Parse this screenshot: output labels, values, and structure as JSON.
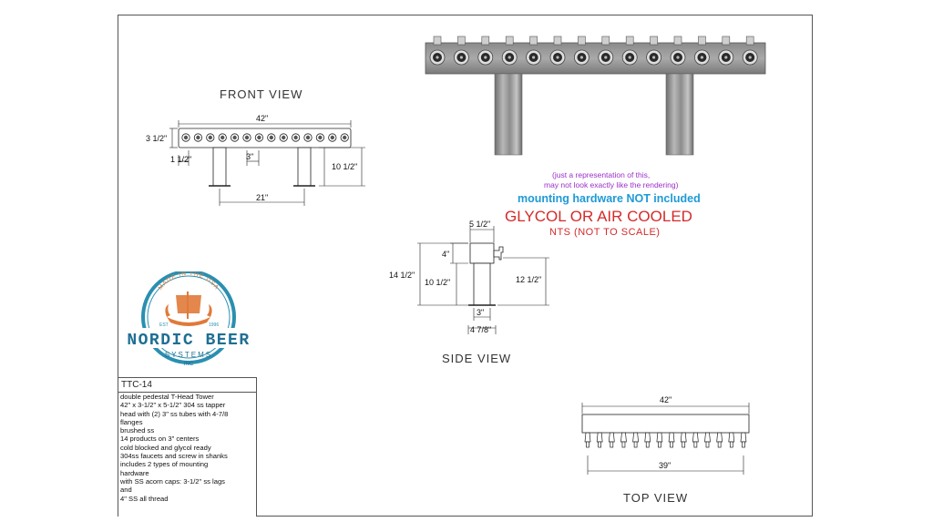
{
  "views": {
    "front": "FRONT VIEW",
    "side": "SIDE VIEW",
    "top": "TOP VIEW"
  },
  "front_dims": {
    "width": "42\"",
    "head_height": "3 1/2\"",
    "edge": "1 1/2\"",
    "center": "3\"",
    "leg_height": "10 1/2\"",
    "leg_spacing": "21\""
  },
  "side_dims": {
    "head_depth": "5 1/2\"",
    "head_h": "4\"",
    "total_h": "14 1/2\"",
    "tube_h": "10 1/2\"",
    "faucet_h": "12 1/2\"",
    "tube_w": "3\"",
    "flange_w": "4 7/8\""
  },
  "top_dims": {
    "width": "42\"",
    "faucet_span": "39\""
  },
  "notes": {
    "representation_1": "(just a representation of this,",
    "representation_2": "may not look exactly like the rendering)",
    "mounting": "mounting hardware NOT included",
    "cooling": "GLYCOL OR AIR COOLED",
    "scale": "NTS (NOT TO SCALE)"
  },
  "note_colors": {
    "representation": "#9b2fc9",
    "mounting": "#1e9ad6",
    "cooling": "#d42a2a",
    "scale": "#d42a2a"
  },
  "logo": {
    "name": "NORDIC BEER",
    "sub": "SYSTEMS",
    "inc": "INC",
    "arc_text": "MADE IN THE USA",
    "est_left": "EST",
    "est_right": "1996",
    "ring_color": "#2a8fb0",
    "accent_color": "#e07a3a",
    "text_color": "#1f6f93"
  },
  "spec": {
    "code": "TTC-14",
    "lines": [
      "double pedestal T-Head Tower",
      "42\" x 3-1/2\" x 5-1/2\" 304 ss tapper",
      "head with (2) 3\" ss tubes with 4-7/8",
      "flanges",
      "brushed ss",
      "14 products on 3\" centers",
      "cold blocked and glycol ready",
      "304ss faucets and screw in shanks",
      "includes 2 types of mounting",
      "hardware",
      "with SS acorn caps: 3-1/2\" ss lags",
      "and",
      "4\" SS all thread"
    ]
  },
  "faucet_count": 14
}
